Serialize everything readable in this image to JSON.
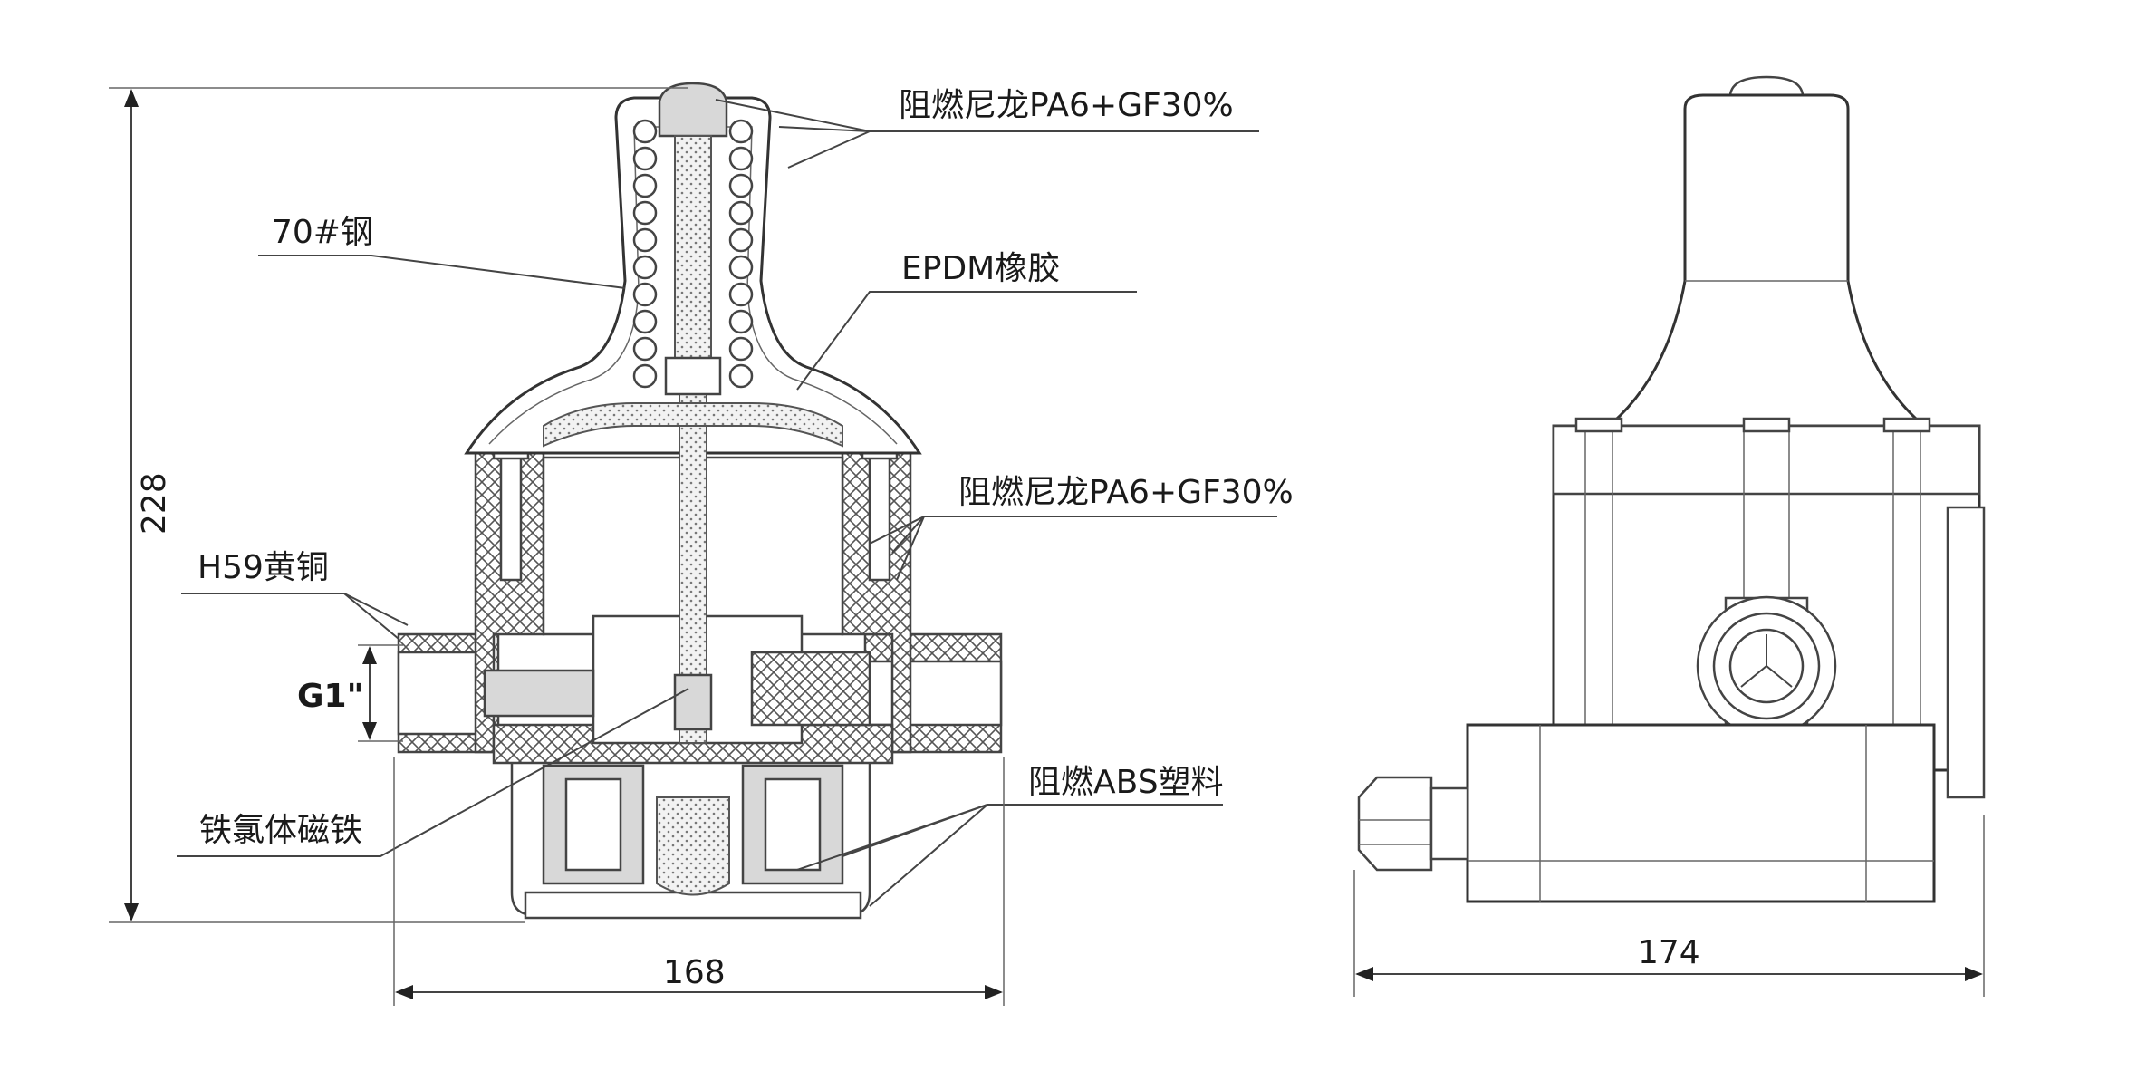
{
  "callouts": {
    "top_material": "阻燃尼龙PA6+GF30%",
    "spring_material": "70#钢",
    "diaphragm_material": "EPDM橡胶",
    "body_material": "阻燃尼龙PA6+GF30%",
    "fitting_material": "H59黄铜",
    "magnet_material": "铁氯体磁铁",
    "base_material": "阻燃ABS塑料"
  },
  "dimensions": {
    "height": "228",
    "width_section": "168",
    "width_side": "174",
    "thread": "G1\""
  }
}
